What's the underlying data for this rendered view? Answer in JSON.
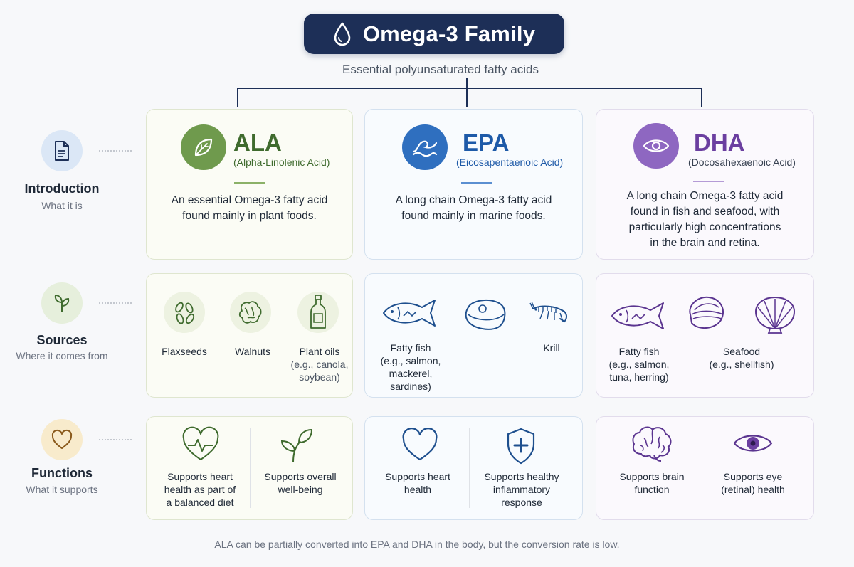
{
  "header": {
    "title": "Omega-3 Family",
    "subtitle": "Essential polyunsaturated fatty acids",
    "icon": "water-drop-icon"
  },
  "rows": {
    "introduction": {
      "title": "Introduction",
      "subtitle": "What it is",
      "icon": "document-icon",
      "color": "#dbe7f6"
    },
    "sources": {
      "title": "Sources",
      "subtitle": "Where it comes from",
      "icon": "sprout-icon",
      "color": "#e6efdc"
    },
    "functions": {
      "title": "Functions",
      "subtitle": "What it supports",
      "icon": "heart-icon",
      "color": "#f8ebcc"
    }
  },
  "acids": {
    "ala": {
      "abbr": "ALA",
      "full": "(Alpha-Linolenic Acid)",
      "color": "#3f6b2e",
      "icon": "leaf-icon",
      "description": [
        "An essential Omega-3 fatty acid",
        "found mainly in plant foods."
      ],
      "sources": [
        {
          "label": [
            "Flaxseeds"
          ],
          "icon": "flaxseed-icon"
        },
        {
          "label": [
            "Walnuts"
          ],
          "icon": "walnut-icon"
        },
        {
          "label": [
            "Plant oils"
          ],
          "detail": [
            "(e.g., canola,",
            "soybean)"
          ],
          "icon": "oil-bottle-icon"
        }
      ],
      "functions": [
        {
          "label": [
            "Supports heart",
            "health as part of",
            "a balanced diet"
          ],
          "icon": "heart-pulse-icon"
        },
        {
          "label": [
            "Supports overall",
            "well-being"
          ],
          "icon": "sprout-icon"
        }
      ]
    },
    "epa": {
      "abbr": "EPA",
      "full": "(Eicosapentaenoic Acid)",
      "color": "#1e5aa8",
      "icon": "wave-icon",
      "description": [
        "A long chain Omega-3 fatty acid",
        "found mainly in marine foods."
      ],
      "sources": [
        {
          "label": [
            "Fatty fish",
            "(e.g., salmon,",
            "mackerel,",
            "sardines)"
          ],
          "icon": "fish-icon"
        },
        {
          "label": [],
          "icon": "fish-fillet-icon"
        },
        {
          "label": [
            "Krill"
          ],
          "icon": "krill-icon"
        }
      ],
      "functions": [
        {
          "label": [
            "Supports heart",
            "health"
          ],
          "icon": "heart-icon"
        },
        {
          "label": [
            "Supports healthy",
            "inflammatory",
            "response"
          ],
          "icon": "shield-plus-icon"
        }
      ]
    },
    "dha": {
      "abbr": "DHA",
      "full": "(Docosahexaenoic Acid)",
      "color": "#6b3fa0",
      "icon": "eye-icon",
      "description": [
        "A long chain Omega-3 fatty acid",
        "found in fish and seafood, with",
        "particularly high concentrations",
        "in the brain and retina."
      ],
      "sources": [
        {
          "label": [
            "Fatty fish",
            "(e.g., salmon,",
            "tuna, herring)"
          ],
          "icon": "fish-icon"
        },
        {
          "label": [
            "Seafood",
            "(e.g., shellfish)"
          ],
          "icon": "mussel-icon"
        },
        {
          "label": [],
          "icon": "scallop-icon"
        }
      ],
      "functions": [
        {
          "label": [
            "Supports brain",
            "function"
          ],
          "icon": "brain-icon"
        },
        {
          "label": [
            "Supports eye",
            "(retinal) health"
          ],
          "icon": "eye-icon"
        }
      ]
    }
  },
  "footnote": "ALA can be partially converted into EPA and DHA in the body, but the conversion rate is low."
}
